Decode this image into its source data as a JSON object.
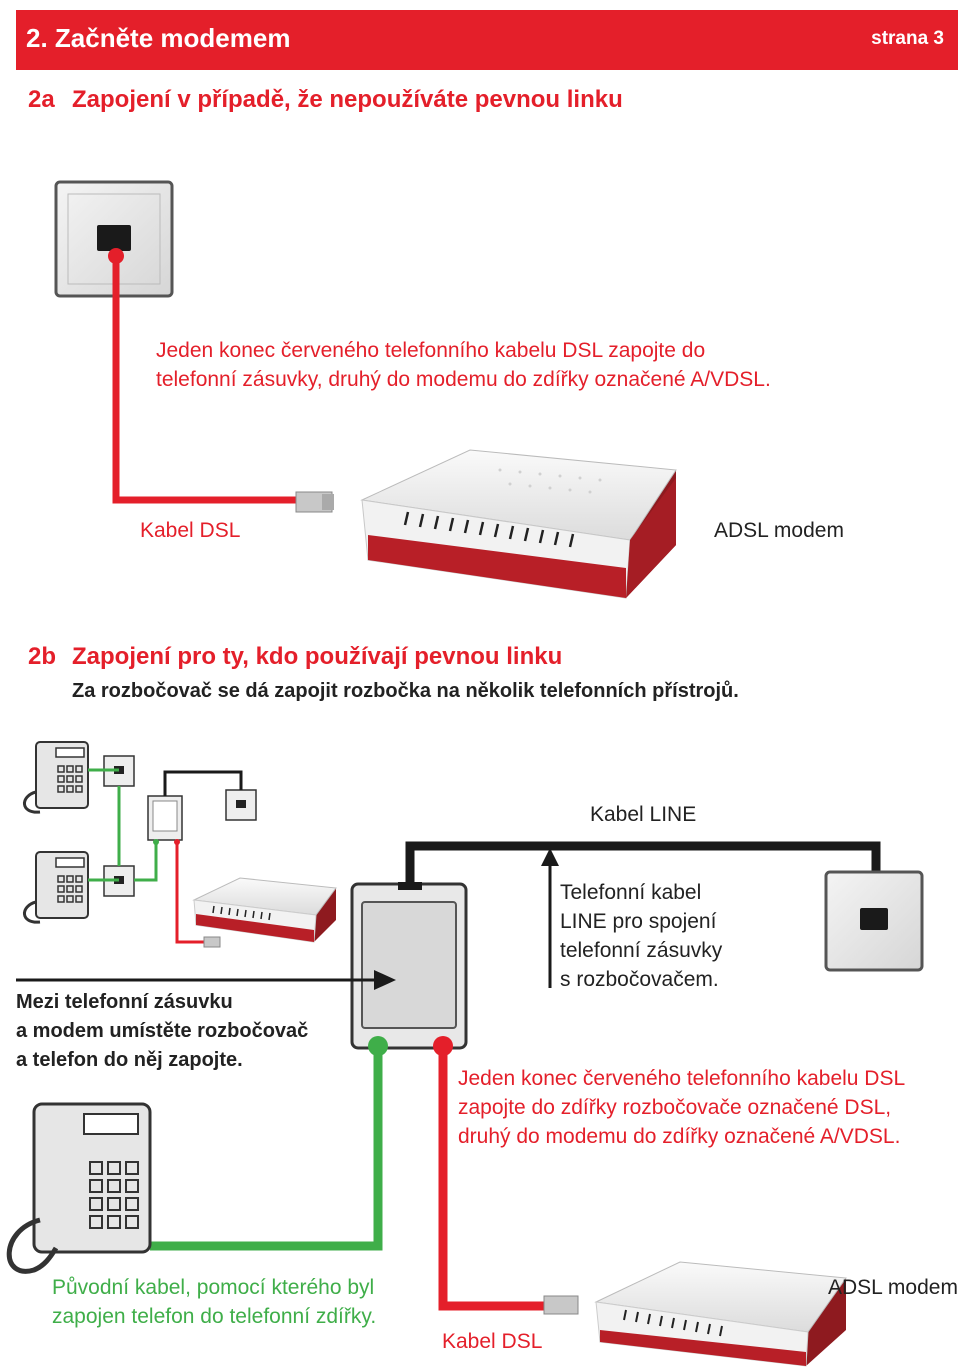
{
  "header": {
    "title": "2.  Začněte modemem",
    "page": "strana 3",
    "accent_color": "#e41f2a"
  },
  "section_a": {
    "number": "2a",
    "title": "Zapojení v případě, že nepoužíváte pevnou linku",
    "instruction_lines": [
      "Jeden konec červeného telefonního kabelu DSL zapojte do",
      "telefonní zásuvky, druhý do modemu do zdířky označené A/VDSL."
    ],
    "cable_label": "Kabel DSL",
    "modem_label": "ADSL modem"
  },
  "section_b": {
    "number": "2b",
    "title": "Zapojení pro ty, kdo používají pevnou linku",
    "subtitle": "Za rozbočovač se dá zapojit rozbočka na několik telefonních přístrojů.",
    "line_cable_label": "Kabel LINE",
    "line_cable_desc": [
      "Telefonní kabel",
      "LINE pro spojení",
      "telefonní zásuvky",
      "s rozbočovačem."
    ],
    "splitter_desc": [
      "Mezi telefonní zásuvku",
      "a modem umístěte rozbočovač",
      "a telefon do něj zapojte."
    ],
    "dsl_instruction": [
      "Jeden konec červeného telefonního kabelu DSL",
      "zapojte do zdířky rozbočovače označené DSL,",
      "druhý do modemu do zdířky označené A/VDSL."
    ],
    "phone_cable_desc": [
      "Původní kabel, pomocí kterého byl",
      "zapojen telefon do  telefonní zdířky."
    ],
    "cable_label": "Kabel DSL",
    "modem_label": "ADSL modem",
    "colors": {
      "dsl_cable": "#e41f2a",
      "phone_cable": "#3fae49",
      "line_cable": "#1a1a1a"
    }
  }
}
